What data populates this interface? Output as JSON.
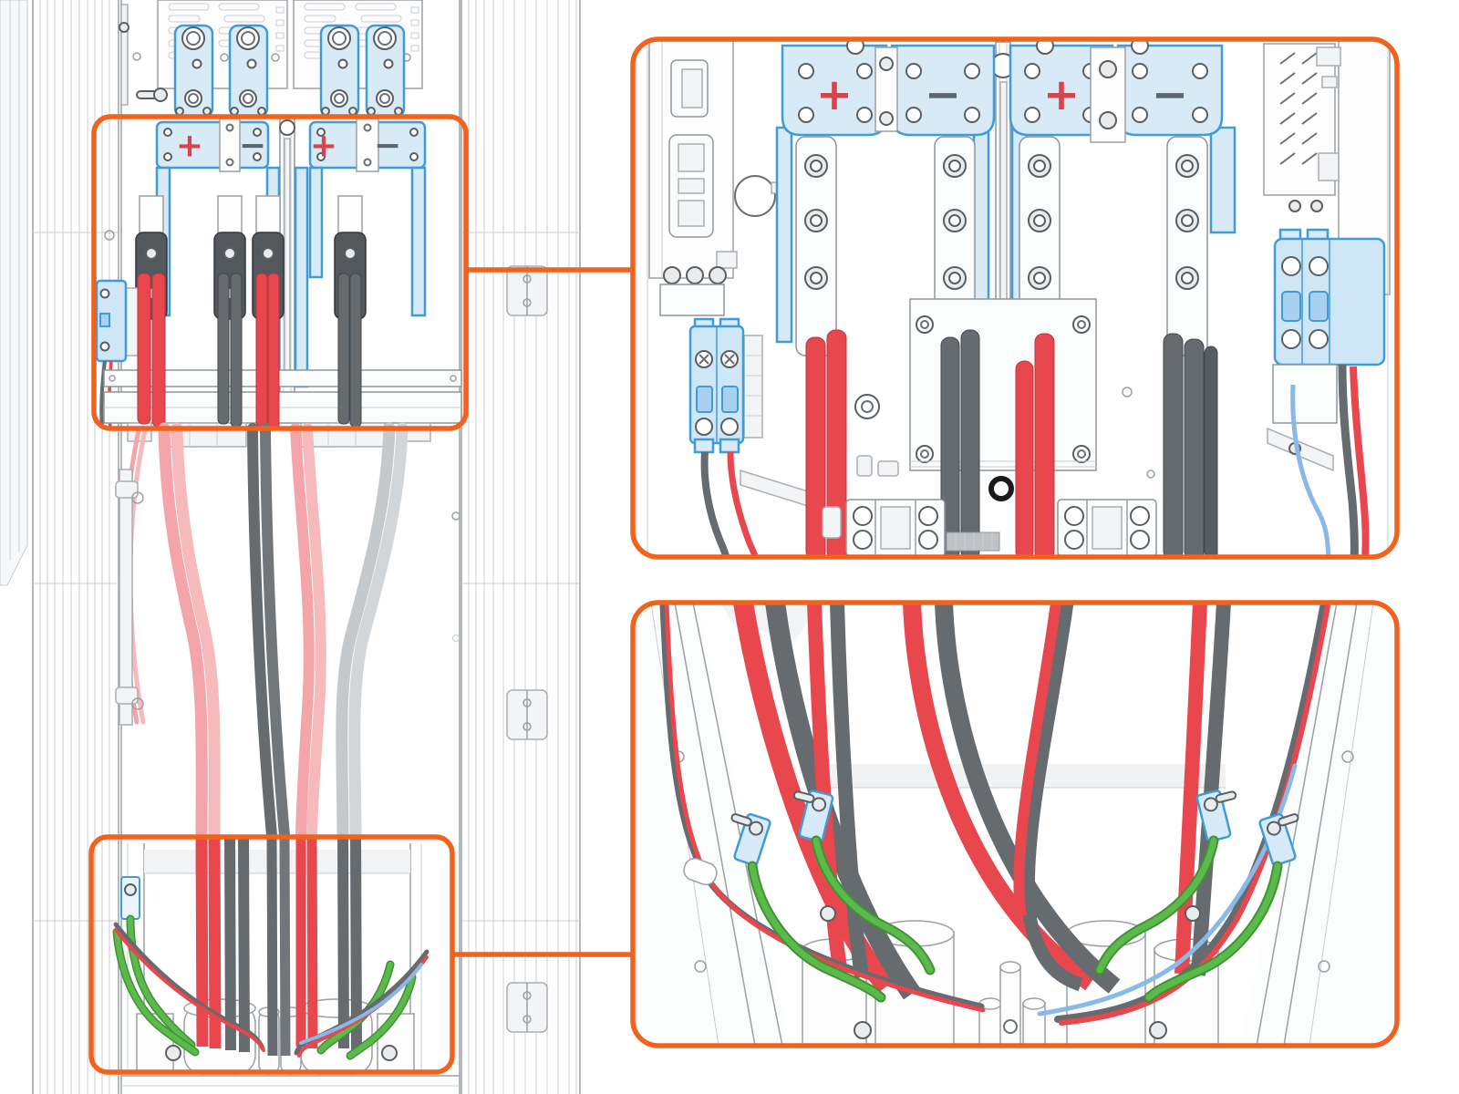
{
  "diagram": {
    "kind": "installation-illustration",
    "subject": "power-cabinet DC busbar connections and bottom cable entry, full view with two magnified callouts",
    "accent_color": "#F2621F"
  },
  "overview": {
    "busbar_labels": [
      {
        "polarity": "positive",
        "symbol": "+"
      },
      {
        "polarity": "negative",
        "symbol": "−"
      },
      {
        "polarity": "positive",
        "symbol": "+"
      },
      {
        "polarity": "negative",
        "symbol": "−"
      }
    ],
    "callouts": [
      {
        "id": "busbar-region"
      },
      {
        "id": "cable-entry-region"
      }
    ]
  },
  "detail_busbars": {
    "labels": [
      {
        "polarity": "positive",
        "symbol": "+"
      },
      {
        "polarity": "negative",
        "symbol": "−"
      },
      {
        "polarity": "positive",
        "symbol": "+"
      },
      {
        "polarity": "negative",
        "symbol": "−"
      }
    ]
  },
  "colors": {
    "accent": "#F2621F",
    "positive": "#D6454C",
    "negative": "#5B6670",
    "cable_red": "#E8474D",
    "cable_gray": "#666B70",
    "ground_green": "#5CB94C",
    "signal_blue": "#88B9E9",
    "highlight_fill": "#D9EAF7",
    "highlight_stroke": "#3E9CD9"
  }
}
